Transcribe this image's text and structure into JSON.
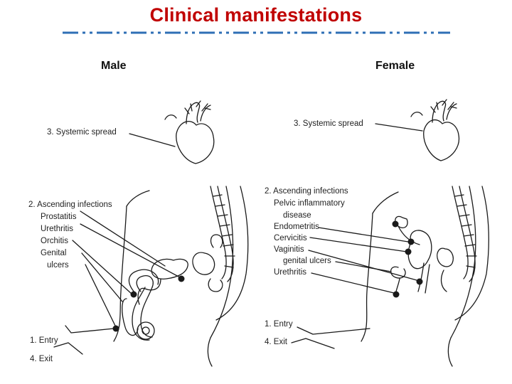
{
  "slide": {
    "title": "Clinical manifestations"
  },
  "theme": {
    "title_color": "#c00000",
    "rule_color": "#2e6fb5",
    "line_color": "#1a1a1a"
  },
  "male": {
    "heading": "Male",
    "labels": {
      "systemic": "3. Systemic spread",
      "ascending": "2. Ascending infections",
      "prostatitis": "Prostatitis",
      "urethritis": "Urethritis",
      "orchitis": "Orchitis",
      "genital": "Genital",
      "ulcers": "ulcers",
      "entry": "1. Entry",
      "exit": "4. Exit"
    }
  },
  "female": {
    "heading": "Female",
    "labels": {
      "systemic": "3. Systemic spread",
      "ascending": "2. Ascending infections",
      "pid1": "Pelvic inflammatory",
      "pid2": "disease",
      "endometritis": "Endometritis",
      "cervicitis": "Cervicitis",
      "vaginitis": "Vaginitis",
      "genital_ulcers": "genital ulcers",
      "urethritis": "Urethritis",
      "entry": "1. Entry",
      "exit": "4. Exit"
    }
  }
}
